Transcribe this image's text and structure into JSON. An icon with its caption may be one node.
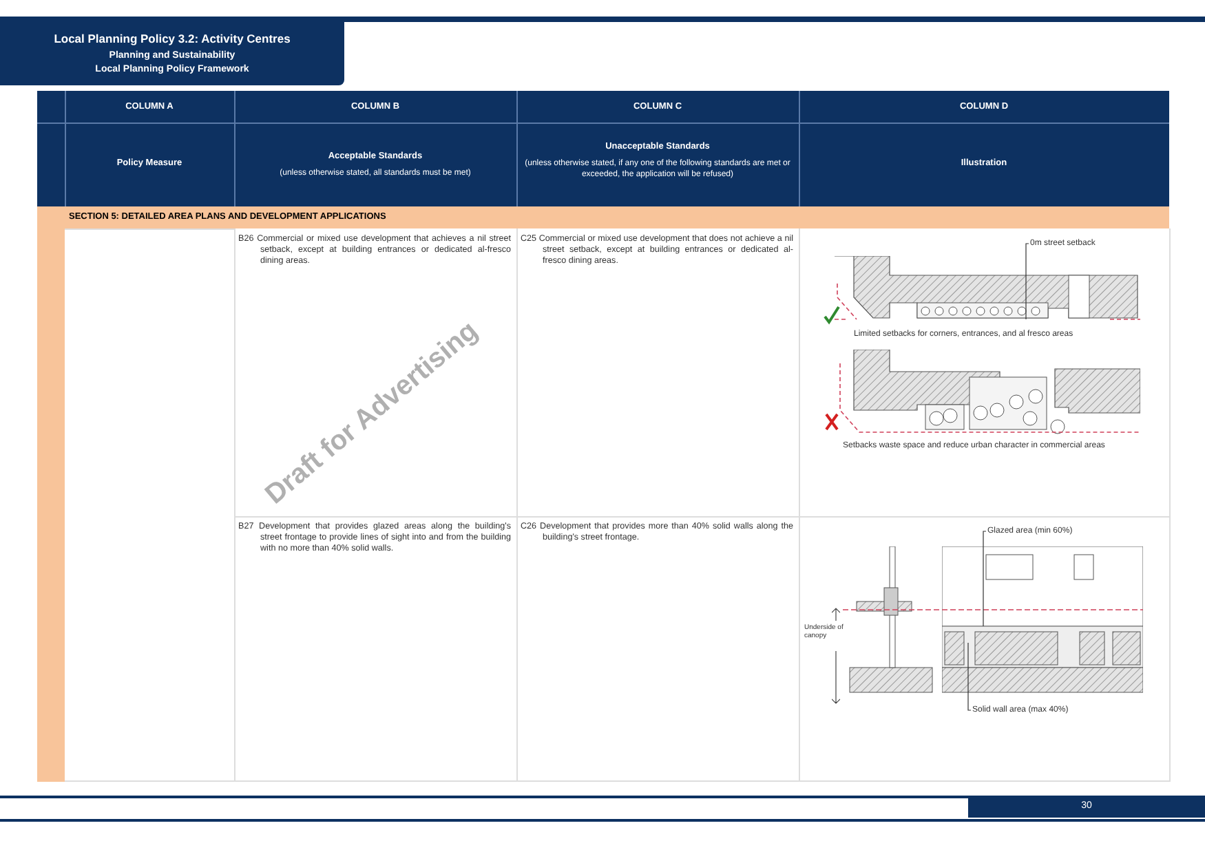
{
  "diagram": {
    "title": "Local Planning Policy 3.2: Activity Centres",
    "nodes": [
      {
        "text": [
          "0m street setback"
        ]
      },
      {
        "text": [
          "Glazed area (min 60%)"
        ]
      },
      {
        "text": [
          "Solid wall area (max 40%)"
        ]
      }
    ],
    "edges": [
      {
        "from": 0,
        "to": null,
        "arrow": "none"
      },
      {
        "from": 1,
        "to": null,
        "arrow": "none"
      },
      {
        "from": 2,
        "to": null,
        "arrow": "none"
      }
    ],
    "labels": [
      "Planning and Sustainability",
      "Local Planning Policy Framework",
      "COLUMN A",
      "COLUMN B",
      "COLUMN C",
      "COLUMN D",
      "Policy Measure",
      "Acceptable Standards",
      "(unless otherwise stated, all standards must be met)",
      "Unacceptable Standards",
      "(unless otherwise stated, if any one of the following standards are met or exceeded, the application will be refused)",
      "Illustration",
      "SECTION 5: DETAILED AREA PLANS AND DEVELOPMENT APPLICATIONS",
      "B26 Commercial or mixed use development that achieves a nil street setback, except at building entrances or dedicated al-fresco dining areas.",
      "C25 Commercial or mixed use development that does not achieve a nil street setback, except at building entrances or dedicated al-fresco dining areas.",
      "Limited setbacks for corners, entrances, and al fresco areas",
      "Setbacks waste space and reduce urban character in commercial areas",
      "Draft for Advertising",
      "B27 Development that provides glazed areas along the building's street frontage to provide lines of sight into and from the building with no more than 40% solid walls.",
      "C26 Development that provides more than 40% solid walls along the building's street frontage.",
      "Underside of canopy",
      "30"
    ]
  }
}
